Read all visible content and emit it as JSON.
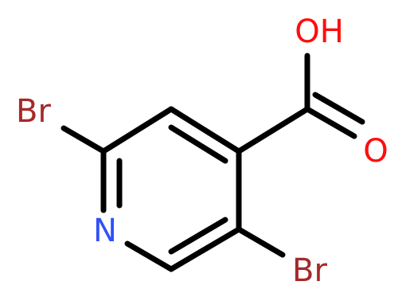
{
  "molecule": {
    "atoms": {
      "hydroxyl": {
        "label": "OH",
        "color": "#ff0d0d"
      },
      "carbonyl_o": {
        "label": "O",
        "color": "#ff0d0d"
      },
      "bromine_2": {
        "label": "Br",
        "color": "#a62929"
      },
      "bromine_5": {
        "label": "Br",
        "color": "#a62929"
      },
      "nitrogen": {
        "label": "N",
        "color": "#3050f8"
      }
    },
    "bond_color": "#000000"
  }
}
